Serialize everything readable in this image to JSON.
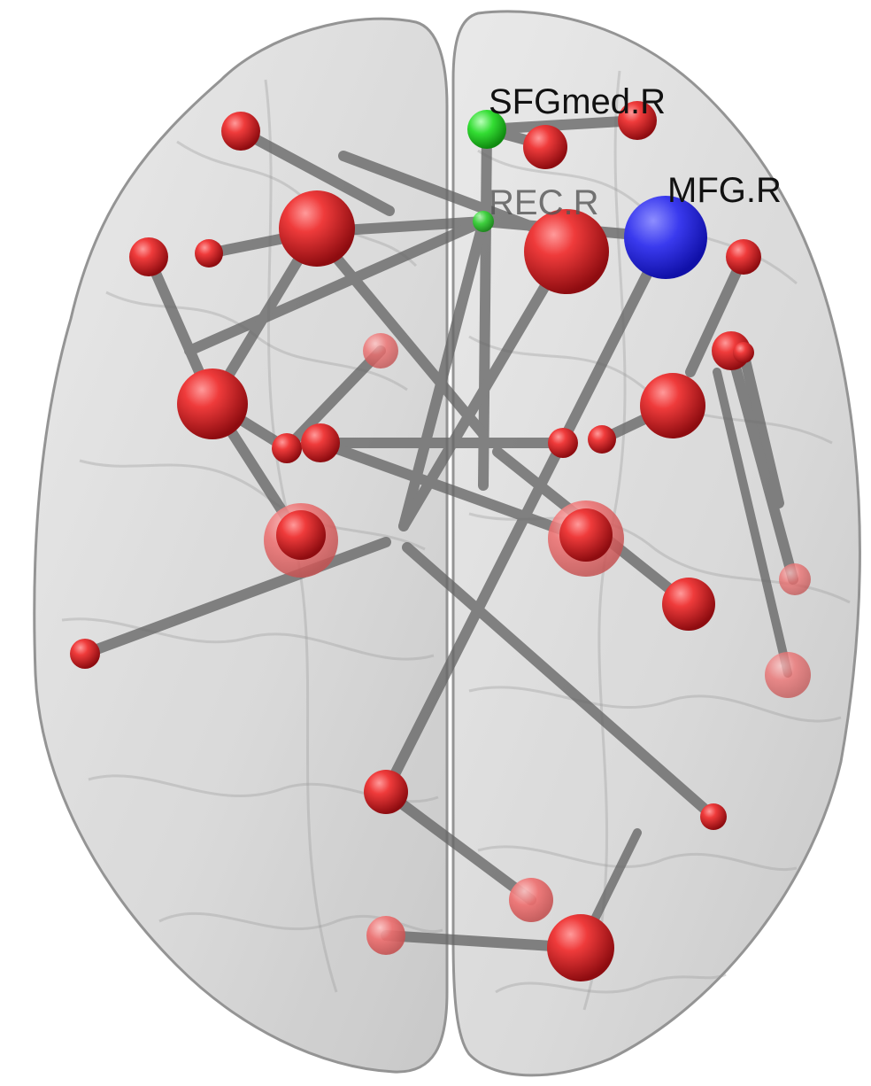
{
  "figure": {
    "colors": {
      "background": "#ffffff",
      "brain_surface": "#d9d9d9",
      "brain_outline": "#8c8c8c",
      "edge": "#666666",
      "node_default": "#e0191f",
      "node_highlight_blue": "#2b2bdc",
      "node_highlight_green": "#22cc22"
    },
    "labels": {
      "sfgmed_r": "SFGmed.R",
      "rec_r": "REC.R",
      "mfg_r": "MFG.R"
    }
  }
}
